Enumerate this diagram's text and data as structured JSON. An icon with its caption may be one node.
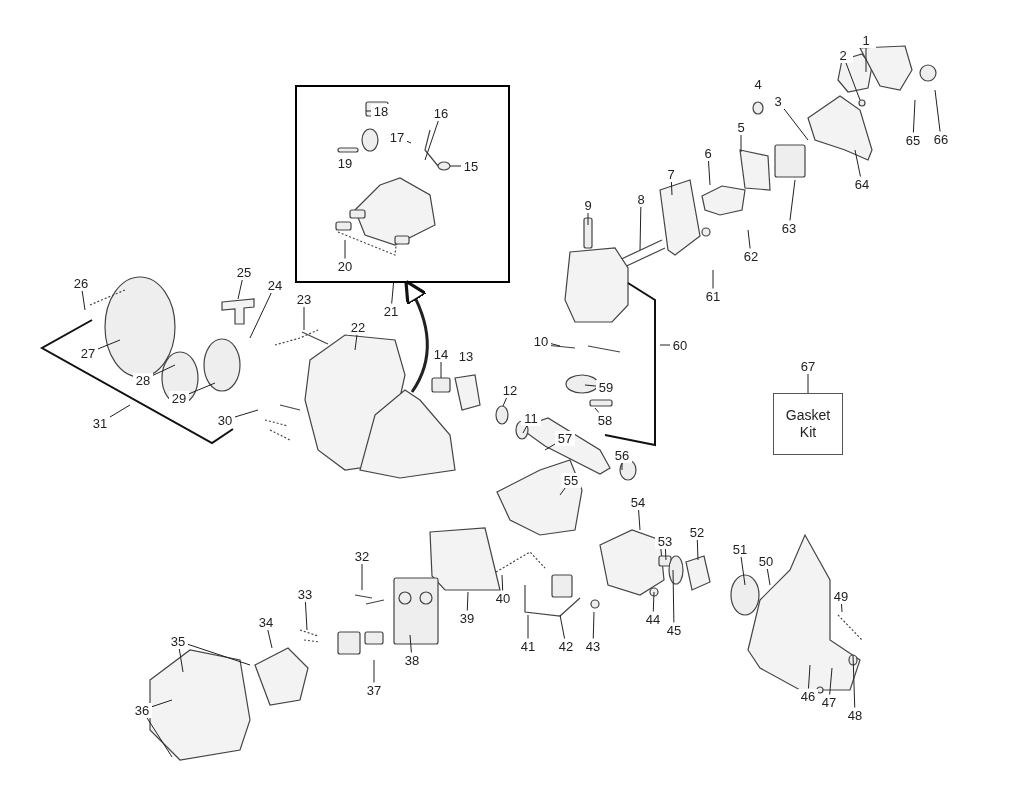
{
  "diagram": {
    "nodes": [
      {
        "text": [
          "1"
        ]
      },
      {
        "text": [
          "2"
        ]
      },
      {
        "text": [
          "3"
        ]
      },
      {
        "text": [
          "5"
        ]
      },
      {
        "text": [
          "6"
        ]
      },
      {
        "text": [
          "7"
        ]
      },
      {
        "text": [
          "8"
        ]
      },
      {
        "text": [
          "9"
        ]
      },
      {
        "text": [
          "10"
        ]
      },
      {
        "text": [
          "11"
        ]
      },
      {
        "text": [
          "12"
        ]
      },
      {
        "text": [
          "14"
        ]
      },
      {
        "text": [],
        "shape": "box"
      },
      {
        "text": [
          "15"
        ],
        "in": 12
      },
      {
        "text": [
          "16"
        ],
        "in": 12
      },
      {
        "text": [
          "17"
        ],
        "in": 12
      },
      {
        "text": [
          "18"
        ],
        "in": 12
      },
      {
        "text": [
          "20"
        ],
        "in": 12
      },
      {
        "text": [
          "21"
        ]
      },
      {
        "text": [
          "22"
        ]
      },
      {
        "text": [
          "23"
        ]
      },
      {
        "text": [
          "24"
        ]
      },
      {
        "text": [
          "25"
        ]
      },
      {
        "text": [
          "26"
        ]
      },
      {
        "text": [
          "27"
        ]
      },
      {
        "text": [
          "28"
        ]
      },
      {
        "text": [
          "29"
        ]
      },
      {
        "text": [
          "30"
        ]
      },
      {
        "text": [
          "31"
        ]
      },
      {
        "text": [
          "32"
        ]
      },
      {
        "text": [
          "33"
        ]
      },
      {
        "text": [
          "34"
        ]
      },
      {
        "text": [
          "35"
        ]
      },
      {
        "text": [
          "36"
        ]
      },
      {
        "text": [
          "37"
        ]
      },
      {
        "text": [
          "38"
        ]
      },
      {
        "text": [
          "39"
        ]
      },
      {
        "text": [
          "40"
        ]
      },
      {
        "text": [
          "41"
        ]
      },
      {
        "text": [
          "42"
        ]
      },
      {
        "text": [
          "43"
        ]
      },
      {
        "text": [
          "44"
        ]
      },
      {
        "text": [
          "45"
        ]
      },
      {
        "text": [
          "46"
        ]
      },
      {
        "text": [
          "47"
        ]
      },
      {
        "text": [
          "48"
        ]
      },
      {
        "text": [
          "49"
        ]
      },
      {
        "text": [
          "50"
        ]
      },
      {
        "text": [
          "51"
        ]
      },
      {
        "text": [
          "52"
        ]
      },
      {
        "text": [
          "53"
        ]
      },
      {
        "text": [
          "54"
        ]
      },
      {
        "text": [
          "55"
        ]
      },
      {
        "text": [
          "56"
        ]
      },
      {
        "text": [
          "57"
        ]
      },
      {
        "text": [
          "58"
        ]
      },
      {
        "text": [
          "59"
        ]
      },
      {
        "text": [
          "60"
        ]
      },
      {
        "text": [
          "61"
        ]
      },
      {
        "text": [
          "62"
        ]
      },
      {
        "text": [
          "63"
        ]
      },
      {
        "text": [
          "64"
        ]
      },
      {
        "text": [
          "65"
        ]
      },
      {
        "text": [
          "66"
        ]
      },
      {
        "text": [
          "67"
        ]
      },
      {
        "text": [
          "Gasket Kit"
        ]
      }
    ],
    "edges": [
      {
        "from": 0,
        "to": null,
        "arrow": "none"
      },
      {
        "from": 1,
        "to": null,
        "arrow": "none"
      },
      {
        "from": 2,
        "to": null,
        "arrow": "none"
      },
      {
        "from": 3,
        "to": null,
        "arrow": "none"
      },
      {
        "from": 4,
        "to": null,
        "arrow": "none"
      },
      {
        "from": 5,
        "to": null,
        "arrow": "none"
      },
      {
        "from": 6,
        "to": null,
        "arrow": "none"
      },
      {
        "from": 7,
        "to": null,
        "arrow": "none"
      },
      {
        "from": 8,
        "to": null,
        "arrow": "none"
      },
      {
        "from": 9,
        "to": null,
        "arrow": "none"
      },
      {
        "from": 10,
        "to": null,
        "arrow": "none"
      },
      {
        "from": 11,
        "to": null,
        "arrow": "none"
      },
      {
        "from": 13,
        "to": null,
        "arrow": "none"
      },
      {
        "from": 14,
        "to": null,
        "arrow": "none"
      },
      {
        "from": 15,
        "to": null,
        "arrow": "none"
      },
      {
        "from": 16,
        "to": null,
        "arrow": "none"
      },
      {
        "from": 17,
        "to": null,
        "arrow": "none"
      },
      {
        "from": 18,
        "to": 12,
        "arrow": "none"
      },
      {
        "from": 19,
        "to": null,
        "arrow": "none"
      },
      {
        "from": 20,
        "to": null,
        "arrow": "none"
      },
      {
        "from": 21,
        "to": null,
        "arrow": "none"
      },
      {
        "from": 22,
        "to": null,
        "arrow": "none"
      },
      {
        "from": 23,
        "to": null,
        "arrow": "none"
      },
      {
        "from": 24,
        "to": null,
        "arrow": "none"
      },
      {
        "from": 25,
        "to": null,
        "arrow": "none"
      },
      {
        "from": 26,
        "to": null,
        "arrow": "none"
      },
      {
        "from": 27,
        "to": null,
        "arrow": "none"
      },
      {
        "from": 28,
        "to": null,
        "arrow": "none"
      },
      {
        "from": 29,
        "to": null,
        "arrow": "none"
      },
      {
        "from": 30,
        "to": null,
        "arrow": "none"
      },
      {
        "from": 31,
        "to": null,
        "arrow": "none"
      },
      {
        "from": 32,
        "to": null,
        "arrow": "none"
      },
      {
        "from": 32,
        "to": null,
        "arrow": "none"
      },
      {
        "from": 33,
        "to": null,
        "arrow": "none"
      },
      {
        "from": 33,
        "to": null,
        "arrow": "none"
      },
      {
        "from": 34,
        "to": null,
        "arrow": "none"
      },
      {
        "from": 35,
        "to": null,
        "arrow": "none"
      },
      {
        "from": 36,
        "to": null,
        "arrow": "none"
      },
      {
        "from": 37,
        "to": null,
        "arrow": "none"
      },
      {
        "from": 38,
        "to": null,
        "arrow": "none"
      },
      {
        "from": 39,
        "to": null,
        "arrow": "none"
      },
      {
        "from": 40,
        "to": null,
        "arrow": "none"
      },
      {
        "from": 41,
        "to": null,
        "arrow": "none"
      },
      {
        "from": 42,
        "to": null,
        "arrow": "none"
      },
      {
        "from": 43,
        "to": null,
        "arrow": "none"
      },
      {
        "from": 44,
        "to": null,
        "arrow": "none"
      },
      {
        "from": 45,
        "to": null,
        "arrow": "none"
      },
      {
        "from": 46,
        "to": null,
        "arrow": "none"
      },
      {
        "from": 47,
        "to": null,
        "arrow": "none"
      },
      {
        "from": 48,
        "to": null,
        "arrow": "none"
      },
      {
        "from": 49,
        "to": null,
        "arrow": "none"
      },
      {
        "from": 50,
        "to": null,
        "arrow": "none"
      },
      {
        "from": 51,
        "to": null,
        "arrow": "none"
      },
      {
        "from": 52,
        "to": null,
        "arrow": "none"
      },
      {
        "from": 53,
        "to": null,
        "arrow": "none"
      },
      {
        "from": 54,
        "to": null,
        "arrow": "none"
      },
      {
        "from": 55,
        "to": null,
        "arrow": "none"
      },
      {
        "from": 56,
        "to": null,
        "arrow": "none"
      },
      {
        "from": 57,
        "to": null,
        "arrow": "none"
      },
      {
        "from": 58,
        "to": null,
        "arrow": "none"
      },
      {
        "from": 59,
        "to": null,
        "arrow": "none"
      },
      {
        "from": 60,
        "to": null,
        "arrow": "none"
      },
      {
        "from": 61,
        "to": null,
        "arrow": "none"
      },
      {
        "from": 62,
        "to": null,
        "arrow": "none"
      },
      {
        "from": 63,
        "to": null,
        "arrow": "none"
      },
      {
        "from": 64,
        "to": 65,
        "arrow": "none"
      },
      {
        "from": null,
        "to": 12,
        "arrow": "to",
        "style": "thick"
      }
    ],
    "labels": [
      "4",
      "13",
      "19"
    ]
  }
}
